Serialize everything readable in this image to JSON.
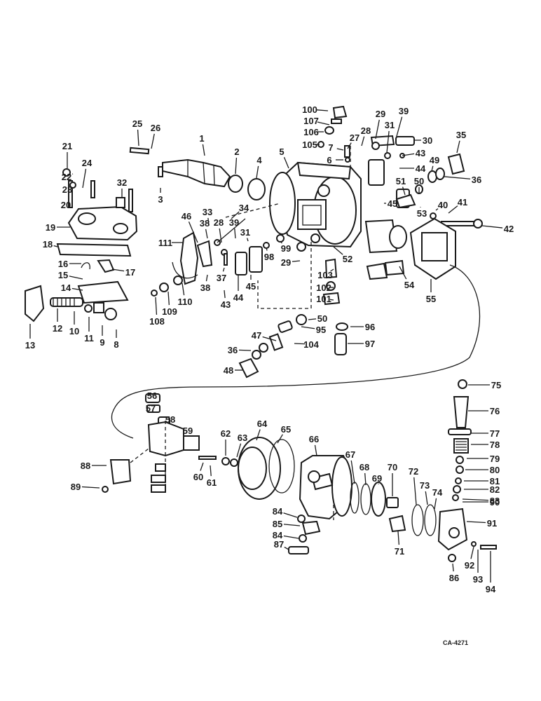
{
  "callouts": [
    {
      "n": "100"
    },
    {
      "n": "107"
    },
    {
      "n": "106"
    },
    {
      "n": "105"
    },
    {
      "n": "29"
    },
    {
      "n": "39"
    },
    {
      "n": "31"
    },
    {
      "n": "28"
    },
    {
      "n": "27"
    },
    {
      "n": "30"
    },
    {
      "n": "35"
    },
    {
      "n": "7"
    },
    {
      "n": "6"
    },
    {
      "n": "43"
    },
    {
      "n": "44"
    },
    {
      "n": "49"
    },
    {
      "n": "36"
    },
    {
      "n": "25"
    },
    {
      "n": "26"
    },
    {
      "n": "1"
    },
    {
      "n": "2"
    },
    {
      "n": "4"
    },
    {
      "n": "5"
    },
    {
      "n": "21"
    },
    {
      "n": "24"
    },
    {
      "n": "22"
    },
    {
      "n": "23"
    },
    {
      "n": "32"
    },
    {
      "n": "3"
    },
    {
      "n": "50"
    },
    {
      "n": "51"
    },
    {
      "n": "20"
    },
    {
      "n": "45"
    },
    {
      "n": "53"
    },
    {
      "n": "40"
    },
    {
      "n": "41"
    },
    {
      "n": "34"
    },
    {
      "n": "33"
    },
    {
      "n": "46"
    },
    {
      "n": "42"
    },
    {
      "n": "19"
    },
    {
      "n": "38"
    },
    {
      "n": "28"
    },
    {
      "n": "39"
    },
    {
      "n": "31"
    },
    {
      "n": "111"
    },
    {
      "n": "18"
    },
    {
      "n": "99"
    },
    {
      "n": "98"
    },
    {
      "n": "52"
    },
    {
      "n": "29"
    },
    {
      "n": "16"
    },
    {
      "n": "17"
    },
    {
      "n": "15"
    },
    {
      "n": "103"
    },
    {
      "n": "54"
    },
    {
      "n": "55"
    },
    {
      "n": "37"
    },
    {
      "n": "38"
    },
    {
      "n": "102"
    },
    {
      "n": "14"
    },
    {
      "n": "45"
    },
    {
      "n": "44"
    },
    {
      "n": "43"
    },
    {
      "n": "110"
    },
    {
      "n": "101"
    },
    {
      "n": "109"
    },
    {
      "n": "12"
    },
    {
      "n": "10"
    },
    {
      "n": "11"
    },
    {
      "n": "9"
    },
    {
      "n": "8"
    },
    {
      "n": "108"
    },
    {
      "n": "50"
    },
    {
      "n": "96"
    },
    {
      "n": "13"
    },
    {
      "n": "95"
    },
    {
      "n": "47"
    },
    {
      "n": "104"
    },
    {
      "n": "97"
    },
    {
      "n": "36"
    },
    {
      "n": "48"
    },
    {
      "n": "75"
    },
    {
      "n": "56"
    },
    {
      "n": "76"
    },
    {
      "n": "57"
    },
    {
      "n": "58"
    },
    {
      "n": "64"
    },
    {
      "n": "65"
    },
    {
      "n": "66"
    },
    {
      "n": "77"
    },
    {
      "n": "59"
    },
    {
      "n": "62"
    },
    {
      "n": "63"
    },
    {
      "n": "78"
    },
    {
      "n": "67"
    },
    {
      "n": "79"
    },
    {
      "n": "88"
    },
    {
      "n": "68"
    },
    {
      "n": "70"
    },
    {
      "n": "72"
    },
    {
      "n": "80"
    },
    {
      "n": "60"
    },
    {
      "n": "61"
    },
    {
      "n": "69"
    },
    {
      "n": "81"
    },
    {
      "n": "73"
    },
    {
      "n": "74"
    },
    {
      "n": "82"
    },
    {
      "n": "89"
    },
    {
      "n": "83"
    },
    {
      "n": "90"
    },
    {
      "n": "84"
    },
    {
      "n": "91"
    },
    {
      "n": "85"
    },
    {
      "n": "84"
    },
    {
      "n": "71"
    },
    {
      "n": "87"
    },
    {
      "n": "92"
    },
    {
      "n": "86"
    },
    {
      "n": "93"
    },
    {
      "n": "94"
    }
  ],
  "figure_code": "CA-4271"
}
